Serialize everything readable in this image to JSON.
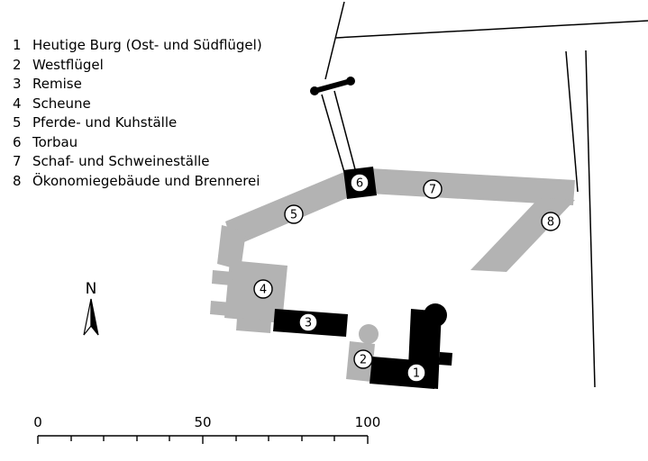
{
  "legend": {
    "items": [
      {
        "num": "1",
        "label": "Heutige Burg (Ost- und Südflügel)"
      },
      {
        "num": "2",
        "label": "Westflügel"
      },
      {
        "num": "3",
        "label": "Remise"
      },
      {
        "num": "4",
        "label": "Scheune"
      },
      {
        "num": "5",
        "label": "Pferde- und Kuhställe"
      },
      {
        "num": "6",
        "label": "Torbau"
      },
      {
        "num": "7",
        "label": "Schaf- und Schweineställe"
      },
      {
        "num": "8",
        "label": "Ökonomiegebäude und Brennerei"
      }
    ]
  },
  "plan": {
    "markers": [
      {
        "label": "1"
      },
      {
        "label": "2"
      },
      {
        "label": "3"
      },
      {
        "label": "4"
      },
      {
        "label": "5"
      },
      {
        "label": "6"
      },
      {
        "label": "7"
      },
      {
        "label": "8"
      }
    ]
  },
  "north_label": "N",
  "scale": {
    "labels": [
      "0",
      "50",
      "100"
    ]
  },
  "colors": {
    "building_gray": "#b3b3b3",
    "building_black": "#000000",
    "line": "#000000",
    "background": "#ffffff"
  }
}
